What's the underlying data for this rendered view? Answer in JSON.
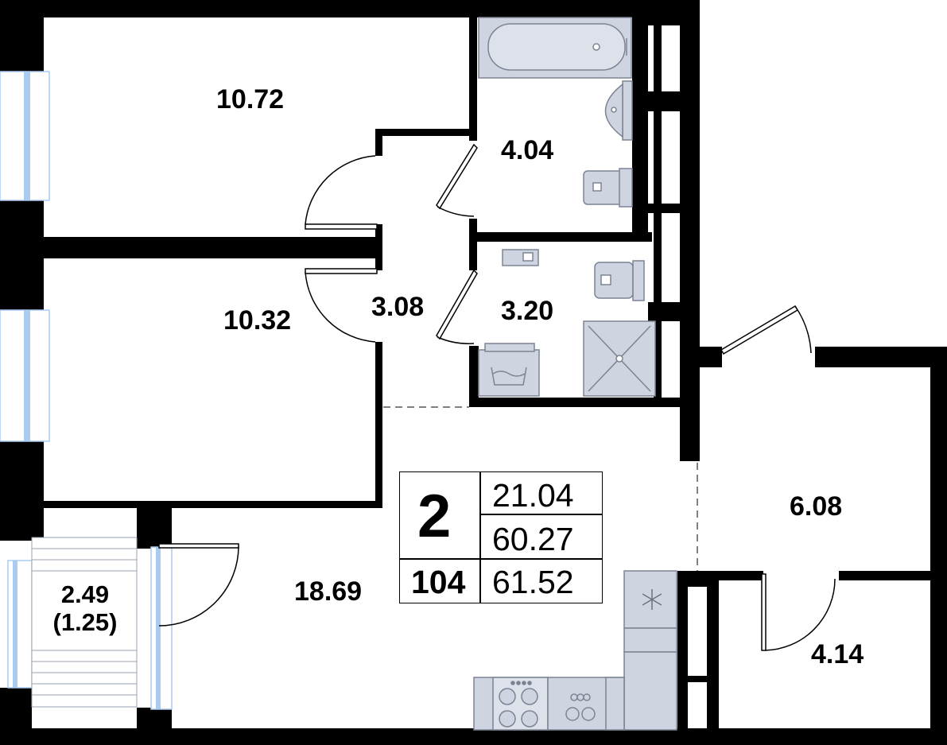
{
  "rooms": [
    {
      "id": "bedroom-top",
      "area": "10.72"
    },
    {
      "id": "bathroom",
      "area": "4.04"
    },
    {
      "id": "hall",
      "area": "3.08"
    },
    {
      "id": "shower-room",
      "area": "3.20"
    },
    {
      "id": "bedroom-bottom",
      "area": "10.32"
    },
    {
      "id": "living-kitchen",
      "area": "18.69"
    },
    {
      "id": "entrance",
      "area": "6.08"
    },
    {
      "id": "storage",
      "area": "4.14"
    },
    {
      "id": "balcony",
      "area": "2.49",
      "area_reduced": "(1.25)"
    }
  ],
  "summary": {
    "room_count": "2",
    "apartment_number": "104",
    "living_area": "21.04",
    "total_area": "60.27",
    "total_area_with_balcony": "61.52"
  },
  "colors": {
    "wall": "#000000",
    "fixture_fill": "#cfd5e0",
    "fixture_stroke": "#7c8494",
    "window_glass": "#a9cbf2",
    "background": "#ffffff"
  },
  "icons": [
    "bathtub-icon",
    "sink-icon",
    "toilet-icon",
    "washing-machine-icon",
    "shower-tray-icon",
    "fridge-icon",
    "stove-icon",
    "kitchen-sink-icon",
    "snowflake-icon"
  ]
}
